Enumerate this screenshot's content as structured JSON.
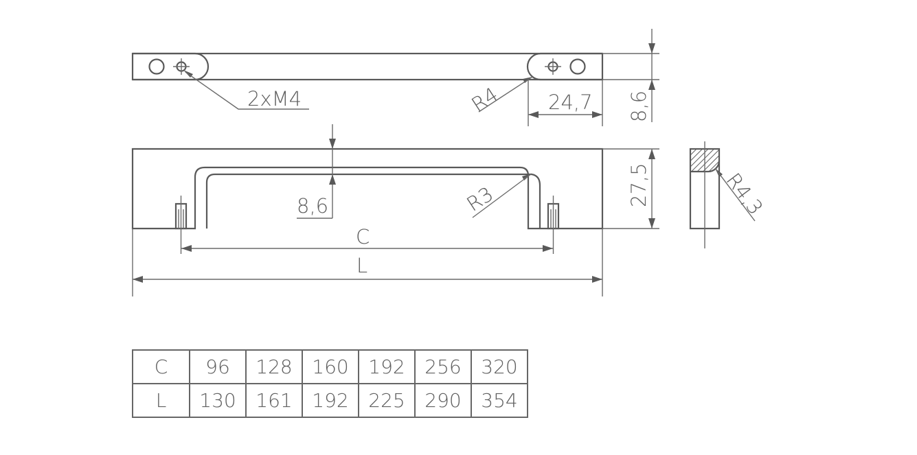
{
  "labels": {
    "thread": "2xM4",
    "end_radius": "R4",
    "hole_offset": "24,7",
    "top_thickness": "8,6",
    "inner_thickness": "8,6",
    "inner_radius": "R3",
    "height": "27,5",
    "section_radius": "R4,3",
    "center_distance": "C",
    "length": "L"
  },
  "table": {
    "rows": [
      {
        "label": "C",
        "values": [
          "96",
          "128",
          "160",
          "192",
          "256",
          "320"
        ]
      },
      {
        "label": "L",
        "values": [
          "130",
          "161",
          "192",
          "225",
          "290",
          "354"
        ]
      }
    ]
  }
}
